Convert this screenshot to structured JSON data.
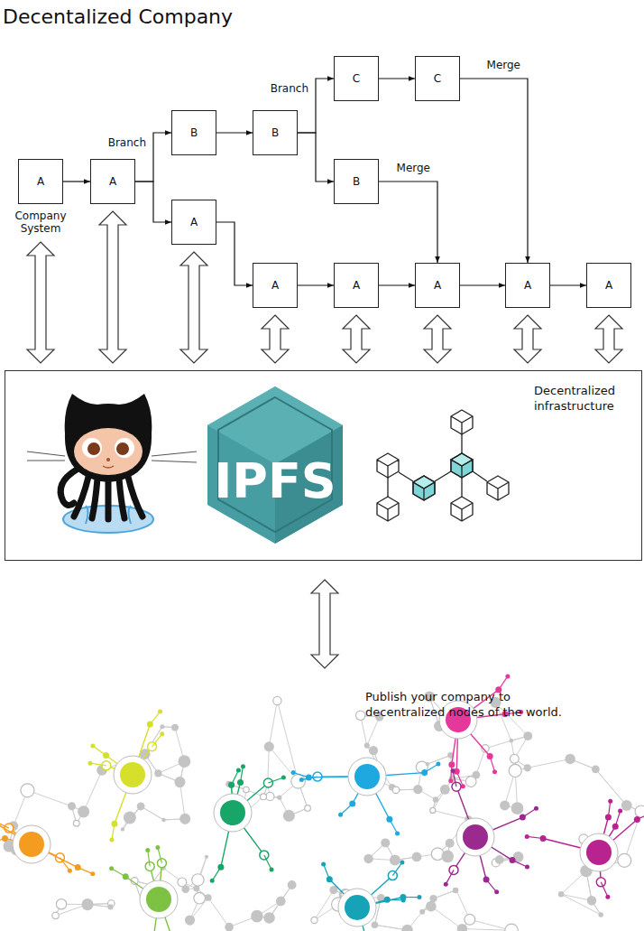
{
  "diagram": {
    "title": "Decentalized Company",
    "nodes": [
      {
        "text": [
          "A",
          "Company System"
        ]
      },
      {
        "text": [
          "A"
        ]
      },
      {
        "text": [
          "B"
        ]
      },
      {
        "text": [
          "B"
        ]
      },
      {
        "text": [
          "C"
        ]
      },
      {
        "text": [
          "C"
        ]
      },
      {
        "text": [
          "B"
        ]
      },
      {
        "text": [
          "A"
        ]
      },
      {
        "text": [
          "A"
        ]
      },
      {
        "text": [
          "A"
        ]
      },
      {
        "text": [
          "A"
        ]
      },
      {
        "text": [
          "A"
        ]
      },
      {
        "text": [
          "A"
        ]
      },
      {
        "text": [
          "Decentralized infrastructure"
        ]
      }
    ],
    "edges": [
      {
        "from": 0,
        "to": 1,
        "arrow": "to"
      },
      {
        "from": 1,
        "to": 2,
        "arrow": "to",
        "label": "Branch"
      },
      {
        "from": 1,
        "to": 7,
        "arrow": "to"
      },
      {
        "from": 2,
        "to": 3,
        "arrow": "to"
      },
      {
        "from": 3,
        "to": 4,
        "arrow": "to",
        "label": "Branch"
      },
      {
        "from": 3,
        "to": 6,
        "arrow": "to"
      },
      {
        "from": 4,
        "to": 5,
        "arrow": "to"
      },
      {
        "from": 5,
        "to": 11,
        "arrow": "to",
        "label": "Merge"
      },
      {
        "from": 6,
        "to": 10,
        "arrow": "to",
        "label": "Merge"
      },
      {
        "from": 7,
        "to": 8,
        "arrow": "to"
      },
      {
        "from": 8,
        "to": 9,
        "arrow": "to"
      },
      {
        "from": 9,
        "to": 10,
        "arrow": "to"
      },
      {
        "from": 10,
        "to": 11,
        "arrow": "to"
      },
      {
        "from": 11,
        "to": 12,
        "arrow": "to"
      },
      {
        "from": 0,
        "to": 13,
        "arrow": "both"
      },
      {
        "from": 1,
        "to": 13,
        "arrow": "both"
      },
      {
        "from": 7,
        "to": 13,
        "arrow": "both"
      },
      {
        "from": 8,
        "to": 13,
        "arrow": "both"
      },
      {
        "from": 9,
        "to": 13,
        "arrow": "both"
      },
      {
        "from": 10,
        "to": 13,
        "arrow": "both"
      },
      {
        "from": 11,
        "to": 13,
        "arrow": "both"
      },
      {
        "from": 12,
        "to": 13,
        "arrow": "both"
      }
    ],
    "labels": [
      "IPFS",
      "Publish your company to decentralized nodes of the world."
    ]
  }
}
